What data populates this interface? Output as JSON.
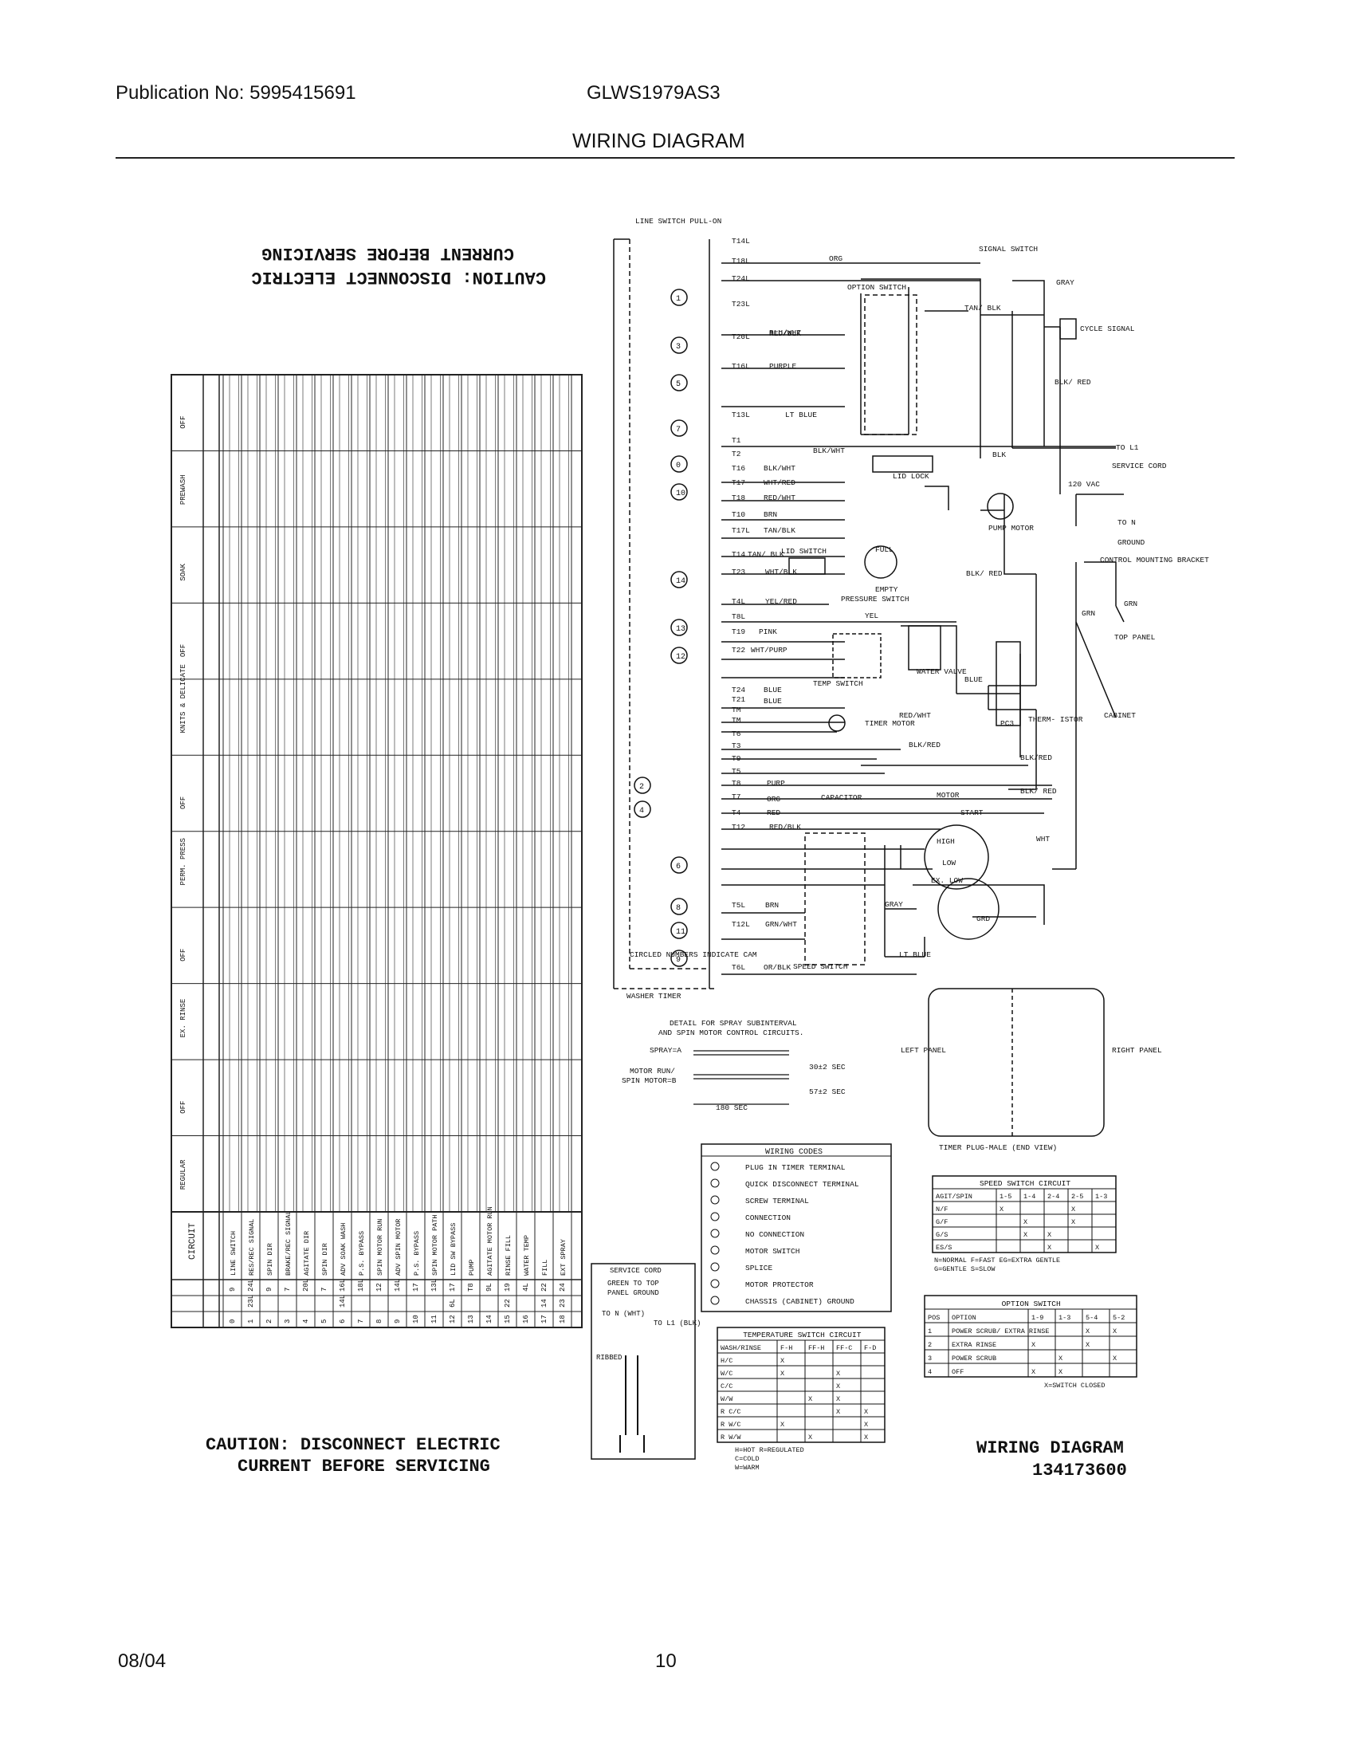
{
  "header": {
    "publication": "Publication No: 5995415691",
    "model": "GLWS1979AS3",
    "title": "WIRING DIAGRAM"
  },
  "footer": {
    "date": "08/04",
    "page": "10"
  },
  "caution": {
    "line1": "CAUTION: DISCONNECT ELECTRIC",
    "line2": "CURRENT BEFORE SERVICING",
    "top_line1": "CAUTION: DISCONNECT ELECTRIC",
    "top_line2": "CURRENT BEFORE SERVICING"
  },
  "diagram_id": {
    "title": "WIRING DIAGRAM",
    "number": "134173600"
  },
  "timer_chart": {
    "cycles": [
      "OFF",
      "PREWASH",
      "SOAK",
      "OFF",
      "KNITS & DELICATE",
      "OFF",
      "PERM. PRESS",
      "OFF",
      "EX. RINSE",
      "OFF",
      "REGULAR"
    ],
    "circuit_label": "CIRCUIT",
    "circuits": [
      "LINE SWITCH",
      "RES/REC SIGNAL",
      "SPIN DIR",
      "BRAKE/REC SIGNAL",
      "AGITATE DIR",
      "SPIN DIR",
      "ADV SOAK WASH",
      "P.S. BYPASS",
      "SPIN MOTOR RUN",
      "ADV SPIN MOTOR",
      "P.S. BYPASS",
      "SPIN MOTOR PATH",
      "LID SW BYPASS",
      "PUMP",
      "AGITATE MOTOR RUN",
      "RINSE FILL",
      "WATER TEMP",
      "FILL",
      "EXT SPRAY"
    ],
    "terms_a": [
      "9",
      "24L",
      "9",
      "7",
      "20L",
      "7",
      "16L",
      "18L",
      "12",
      "14L",
      "17",
      "13L",
      "17",
      "T8",
      "9L",
      "19",
      "4L",
      "22",
      "24"
    ],
    "terms_b": [
      "0",
      "1",
      "2",
      "3",
      "4",
      "5",
      "6",
      "7",
      "8",
      "9",
      "10",
      "11",
      "12",
      "13",
      "14",
      "15",
      "16",
      "17",
      "18"
    ],
    "terms_c": [
      "",
      "23L",
      "",
      "",
      "",
      "",
      "14L",
      "",
      "",
      "",
      "",
      "",
      "6L",
      "",
      "",
      "22",
      "",
      "14",
      "23"
    ]
  },
  "schematic": {
    "line_switch": "LINE SWITCH PULL-ON",
    "terminals_left": [
      "T14L",
      "T18L",
      "T24L",
      "T23L",
      "T20L",
      "T16L",
      "T13L",
      "T1",
      "T2",
      "T16",
      "T17",
      "T18",
      "T10",
      "T17L",
      "T14",
      "T23",
      "T4L",
      "T8L",
      "T19",
      "T22",
      "T24",
      "T21",
      "TM",
      "TM",
      "T6",
      "T3",
      "T9",
      "T5",
      "T8",
      "T7",
      "T4",
      "T12",
      "T5L",
      "T12L",
      "T6L"
    ],
    "wire_labels": [
      "ORG",
      "BLU/WHT",
      "RED/BLK",
      "PURPLE",
      "LT BLUE",
      "BLK/WHT",
      "BLK/WHT",
      "WHT/RED",
      "RED/WHT",
      "BRN",
      "TAN/BLK",
      "TAN/ BLK",
      "WHT/BLK",
      "YEL/RED",
      "PINK",
      "WHT/PURP",
      "BLUE",
      "BLUE",
      "PURP",
      "ORG",
      "RED",
      "RED/BLK",
      "BRN",
      "GRN/WHT",
      "OR/BLK"
    ],
    "cams": [
      "1",
      "3",
      "5",
      "7",
      "0",
      "10",
      "14",
      "13",
      "12",
      "2",
      "4",
      "6",
      "8",
      "11",
      "9"
    ],
    "components": {
      "signal_switch": "SIGNAL SWITCH",
      "gray": "GRAY",
      "cycle_signal": "CYCLE SIGNAL",
      "option_switch": "OPTION SWITCH",
      "tan_blk": "TAN/ BLK",
      "blk_red": "BLK/ RED",
      "blk": "BLK",
      "to_l1": "TO L1",
      "service_cord": "SERVICE CORD",
      "vac": "120 VAC",
      "to_n": "TO N",
      "ground": "GROUND",
      "lid_lock": "LID LOCK",
      "pump_motor": "PUMP MOTOR",
      "lid_switch": "LID SWITCH",
      "full": "FULL",
      "empty": "EMPTY",
      "pressure_switch": "PRESSURE SWITCH",
      "blk_red2": "BLK/ RED",
      "yel": "YEL",
      "temp_switch": "TEMP SWITCH",
      "water_valve": "WATER VALVE",
      "blue": "BLUE",
      "pc3": "PC3",
      "thermistor": "THERM- ISTOR",
      "control_bracket": "CONTROL MOUNTING BRACKET",
      "grn": "GRN",
      "grn2": "GRN",
      "top_panel": "TOP PANEL",
      "cabinet": "CABINET",
      "timer_motor": "TIMER MOTOR",
      "red_wht": "RED/WHT",
      "blk_red3": "BLK/RED",
      "blk_red4": "BLK/RED",
      "capacitor": "CAPACITOR",
      "motor": "MOTOR",
      "start": "START",
      "high": "HIGH",
      "low": "LOW",
      "ex_low": "EX. LOW",
      "blk_red5": "BLK/ RED",
      "wht": "WHT",
      "gray2": "GRAY",
      "grd": "GRD",
      "lt_blue": "LT BLUE",
      "speed_switch": "SPEED SWITCH",
      "circled_note": "CIRCLED NUMBERS INDICATE CAM",
      "washer_timer": "WASHER TIMER"
    }
  },
  "spray_detail": {
    "title1": "DETAIL FOR SPRAY SUBINTERVAL",
    "title2": "AND SPIN MOTOR CONTROL CIRCUITS.",
    "spray": "SPRAY=A",
    "motor1": "MOTOR RUN/",
    "motor2": "SPIN MOTOR=B",
    "t1": "30±2 SEC",
    "t2": "57±2 SEC",
    "t3": "180 SEC"
  },
  "timer_plug": {
    "left": "LEFT PANEL",
    "right": "RIGHT PANEL",
    "caption": "TIMER PLUG-MALE (END VIEW)"
  },
  "wiring_codes": {
    "title": "WIRING CODES",
    "items": [
      "PLUG IN TIMER TERMINAL",
      "QUICK DISCONNECT TERMINAL",
      "SCREW TERMINAL",
      "CONNECTION",
      "NO CONNECTION",
      "MOTOR SWITCH",
      "SPLICE",
      "MOTOR PROTECTOR",
      "CHASSIS (CABINET) GROUND"
    ]
  },
  "speed_switch_circuit": {
    "title": "SPEED SWITCH CIRCUIT",
    "headers": [
      "AGIT/SPIN",
      "1-5",
      "1-4",
      "2-4",
      "2-5",
      "1-3"
    ],
    "rows": [
      [
        "N/F",
        "X",
        "",
        "",
        "X",
        ""
      ],
      [
        "G/F",
        "",
        "X",
        "",
        "X",
        ""
      ],
      [
        "G/S",
        "",
        "X",
        "X",
        "",
        ""
      ],
      [
        "ES/S",
        "",
        "",
        "X",
        "",
        "X"
      ]
    ],
    "note1": "N=NORMAL  F=FAST   EG=EXTRA GENTLE",
    "note2": "G=GENTLE  S=SLOW"
  },
  "option_switch_table": {
    "title": "OPTION SWITCH",
    "headers": [
      "POS",
      "OPTION",
      "1-9",
      "1-3",
      "5-4",
      "5-2"
    ],
    "rows": [
      [
        "1",
        "POWER SCRUB/ EXTRA RINSE",
        "",
        "",
        "X",
        "X"
      ],
      [
        "2",
        "EXTRA RINSE",
        "X",
        "",
        "X",
        ""
      ],
      [
        "3",
        "POWER SCRUB",
        "",
        "X",
        "",
        "X"
      ],
      [
        "4",
        "OFF",
        "X",
        "X",
        "",
        ""
      ]
    ],
    "note": "X=SWITCH CLOSED"
  },
  "temp_switch_circuit": {
    "title": "TEMPERATURE SWITCH CIRCUIT",
    "headers": [
      "WASH/RINSE",
      "F-H",
      "FF-H",
      "FF-C",
      "F-D"
    ],
    "rows": [
      [
        "H/C",
        "X",
        "",
        "",
        ""
      ],
      [
        "W/C",
        "X",
        "",
        "X",
        ""
      ],
      [
        "C/C",
        "",
        "",
        "X",
        ""
      ],
      [
        "W/W",
        "",
        "X",
        "X",
        ""
      ],
      [
        "R C/C",
        "",
        "",
        "X",
        "X"
      ],
      [
        "R W/C",
        "X",
        "",
        "",
        "X"
      ],
      [
        "R W/W",
        "",
        "X",
        "",
        "X"
      ]
    ],
    "note1": "H=HOT     R=REGULATED",
    "note2": "C=COLD",
    "note3": "W=WARM"
  },
  "service_cord": {
    "title": "SERVICE CORD",
    "note1": "GREEN TO TOP",
    "note2": "PANEL GROUND",
    "to_n": "TO N (WHT)",
    "to_l1": "TO L1 (BLK)",
    "ribbed": "RIBBED"
  }
}
